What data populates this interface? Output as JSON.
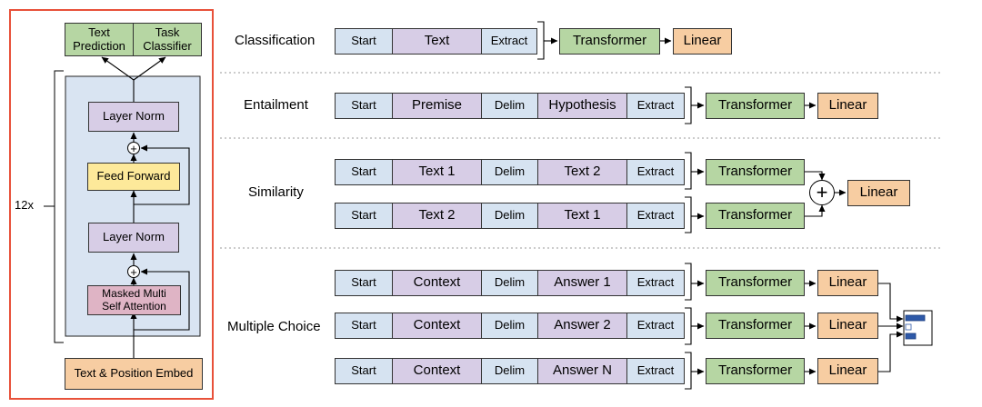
{
  "architecture": {
    "repeat_label": "12x",
    "text_prediction": "Text\nPrediction",
    "task_classifier": "Task\nClassifier",
    "layer_norm_top": "Layer Norm",
    "feed_forward": "Feed Forward",
    "layer_norm_bottom": "Layer Norm",
    "masked_attention": "Masked Multi\nSelf Attention",
    "embed": "Text & Position Embed",
    "plus_symbol": "+"
  },
  "tasks": {
    "classification": {
      "label": "Classification",
      "start": "Start",
      "text": "Text",
      "extract": "Extract",
      "transformer": "Transformer",
      "linear": "Linear"
    },
    "entailment": {
      "label": "Entailment",
      "start": "Start",
      "premise": "Premise",
      "delim": "Delim",
      "hypothesis": "Hypothesis",
      "extract": "Extract",
      "transformer": "Transformer",
      "linear": "Linear"
    },
    "similarity": {
      "label": "Similarity",
      "plus": "+",
      "linear": "Linear",
      "rows": [
        {
          "start": "Start",
          "a": "Text 1",
          "delim": "Delim",
          "b": "Text 2",
          "extract": "Extract",
          "transformer": "Transformer"
        },
        {
          "start": "Start",
          "a": "Text 2",
          "delim": "Delim",
          "b": "Text 1",
          "extract": "Extract",
          "transformer": "Transformer"
        }
      ]
    },
    "multiple_choice": {
      "label": "Multiple Choice",
      "rows": [
        {
          "start": "Start",
          "context": "Context",
          "delim": "Delim",
          "answer": "Answer 1",
          "extract": "Extract",
          "transformer": "Transformer",
          "linear": "Linear"
        },
        {
          "start": "Start",
          "context": "Context",
          "delim": "Delim",
          "answer": "Answer 2",
          "extract": "Extract",
          "transformer": "Transformer",
          "linear": "Linear"
        },
        {
          "start": "Start",
          "context": "Context",
          "delim": "Delim",
          "answer": "Answer N",
          "extract": "Extract",
          "transformer": "Transformer",
          "linear": "Linear"
        }
      ]
    }
  },
  "colors": {
    "frame": "#e8513a",
    "token_blue": "#d6e3f1",
    "token_purple": "#d7cde6",
    "transformer_green": "#b6d6a3",
    "linear_orange": "#f7cda2",
    "feed_forward_yellow": "#fde99a",
    "attention_pink": "#dfb4c5"
  },
  "icons": [
    "plus-circle-icon",
    "softmax-bars-icon"
  ]
}
